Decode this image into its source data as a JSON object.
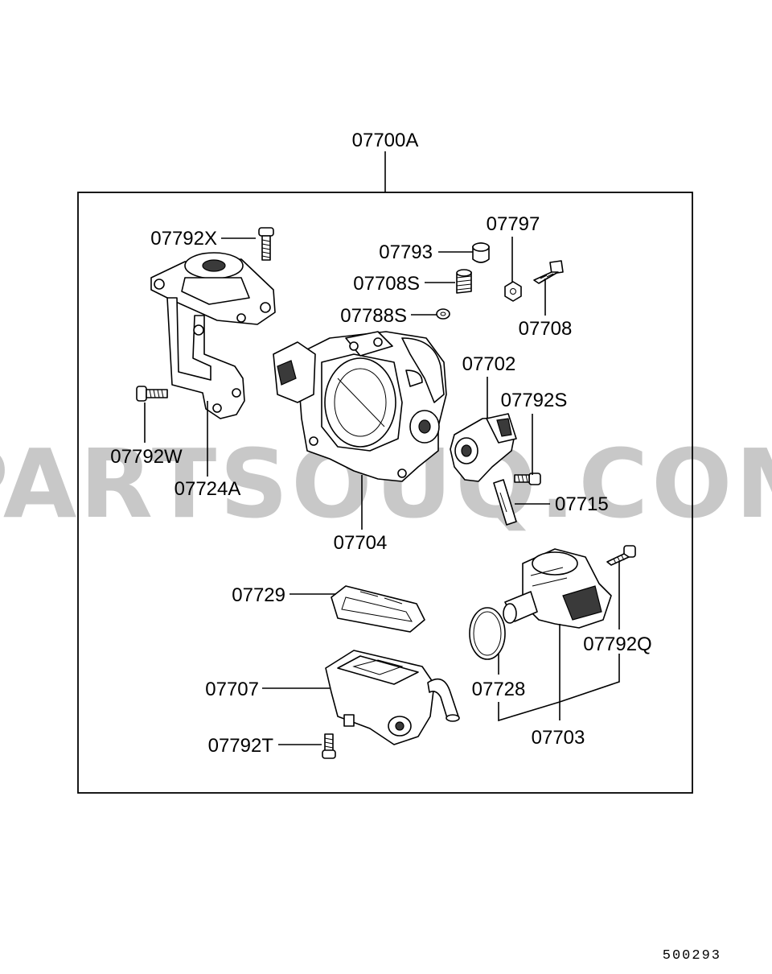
{
  "assembly": {
    "label": "07700A"
  },
  "watermark": "PARTSOUQ.COM",
  "doc_number": "500293",
  "callouts": {
    "p07792X": "07792X",
    "p07797": "07797",
    "p07793": "07793",
    "p07708S": "07708S",
    "p07788S": "07788S",
    "p07708": "07708",
    "p07702": "07702",
    "p07792S": "07792S",
    "p07792W": "07792W",
    "p07724A": "07724A",
    "p07715": "07715",
    "p07704": "07704",
    "p07729": "07729",
    "p07792Q": "07792Q",
    "p07707": "07707",
    "p07728": "07728",
    "p07792T": "07792T",
    "p07703": "07703"
  }
}
